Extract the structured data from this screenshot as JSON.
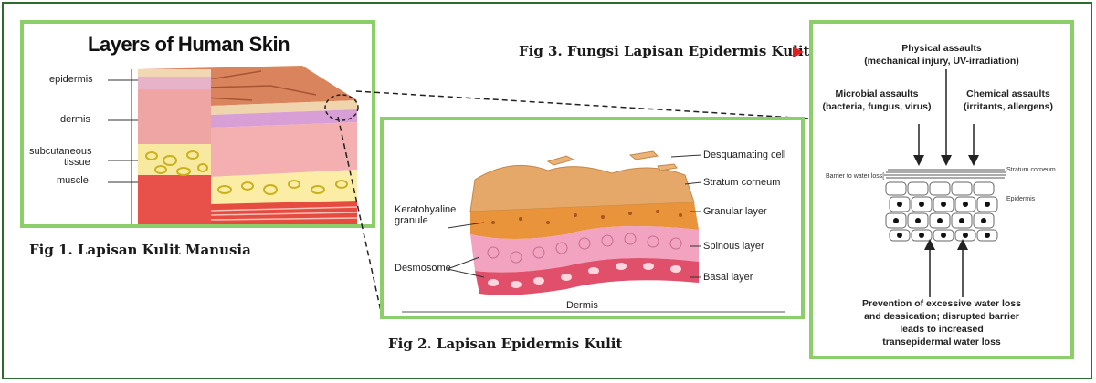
{
  "fig1": {
    "title": "Layers of Human Skin",
    "labels": [
      "epidermis",
      "dermis",
      "subcutaneous",
      "tissue",
      "muscle"
    ],
    "caption": "Fig 1. Lapisan Kulit Manusia"
  },
  "fig2": {
    "labels_right": [
      "Desquamating cell",
      "Stratum corneum",
      "Granular layer",
      "Spinous layer",
      "Basal layer"
    ],
    "labels_left": [
      "Keratohyaline",
      "granule",
      "Desmosome"
    ],
    "bottom": "Dermis",
    "caption": "Fig 2. Lapisan Epidermis Kulit"
  },
  "fig3": {
    "caption": "Fig 3. Fungsi Lapisan Epidermis Kulit",
    "physical": [
      "Physical assaults",
      "(mechanical injury, UV-irradiation)"
    ],
    "microbial": [
      "Microbial assaults",
      "(bacteria, fungus, virus)"
    ],
    "chemical": [
      "Chemical assaults",
      "(irritants, allergens)"
    ],
    "barrier_label": "Barrier to water loss[",
    "stratum_label": "Stratum corneum",
    "epidermis_label": "Epidermis",
    "prevention": [
      "Prevention of excessive water loss",
      "and dessication; disrupted barrier",
      "leads to increased",
      "transepidermal water loss"
    ]
  },
  "colors": {
    "panel_border": "#8ccf6a",
    "frame_border": "#2e6b2e",
    "arrow_red": "#e02020"
  }
}
